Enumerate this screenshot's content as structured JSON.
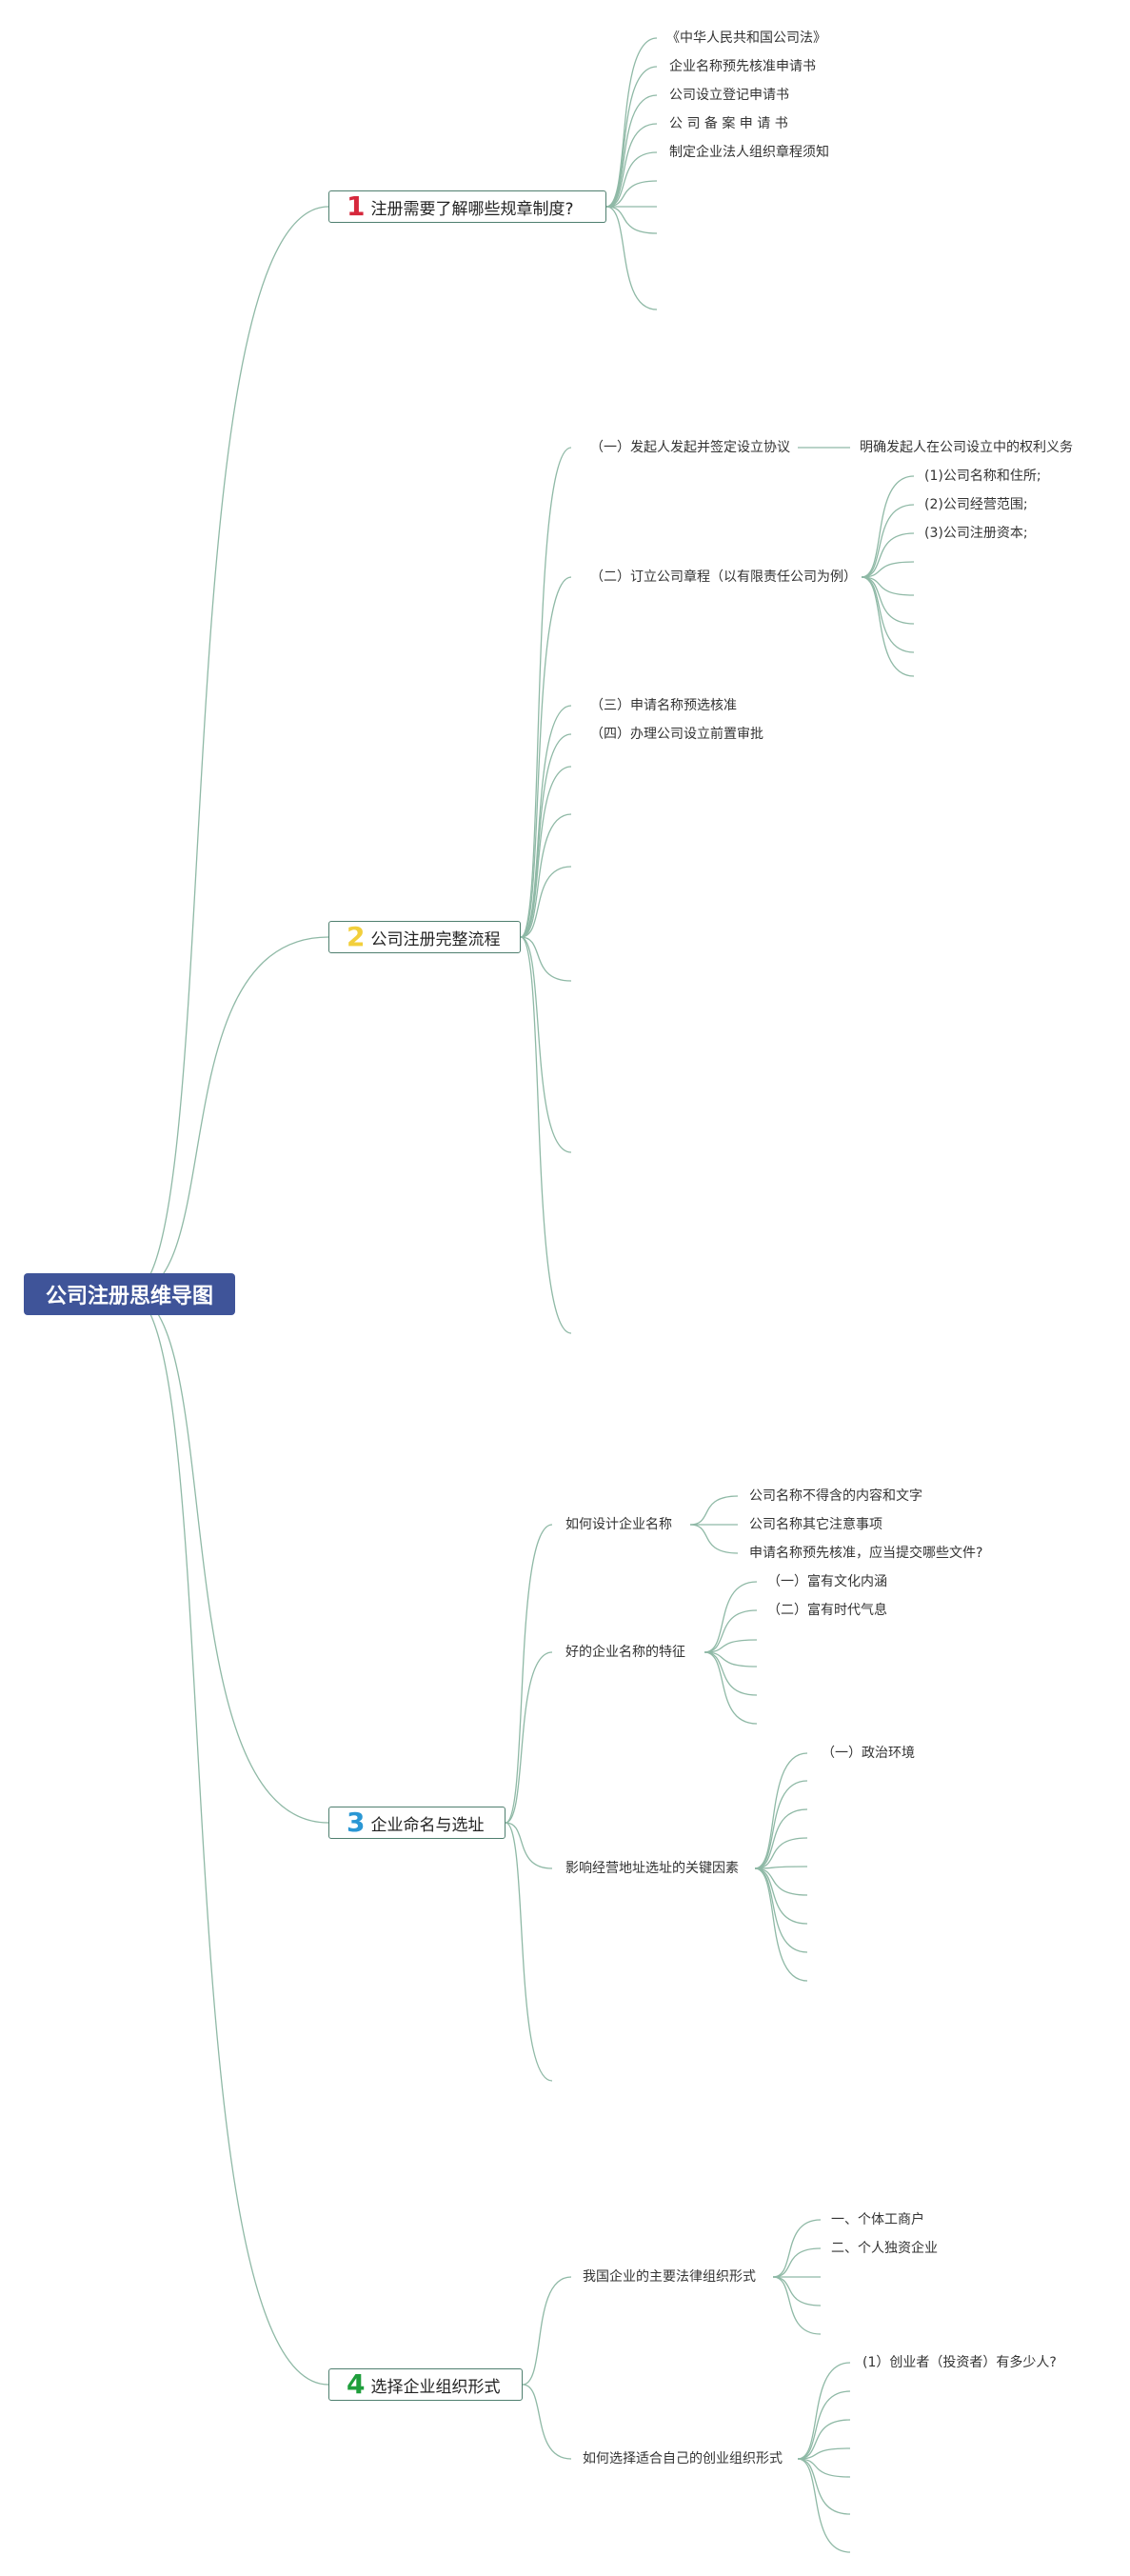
{
  "root": "公司注册思维导图",
  "colors": {
    "b1": "#d6283c",
    "b2": "#f2cf3c",
    "b3": "#2a97d4",
    "b4": "#1f9e3c",
    "root_bg": "#3f5499",
    "line": "#8fb9a6"
  },
  "branches": [
    {
      "num": "1",
      "label": "注册需要了解哪些规章制度?",
      "items": [
        "《中华人民共和国公司法》",
        "企业名称预先核准申请书",
        "公司设立登记申请书",
        "公 司 备 案 申 请 书",
        "制定企业法人组织章程须知"
      ]
    },
    {
      "num": "2",
      "label": "公司注册完整流程",
      "items": [
        "（一）发起人发起并签定设立协议",
        "（二）订立公司章程（以有限责任公司为例）",
        "（三）申请名称预选核准",
        "（四）办理公司设立前置审批"
      ],
      "agreement_child": "明确发起人在公司设立中的权利义务",
      "charter_children": [
        "(1)公司名称和住所;",
        "(2)公司经营范围;",
        "(3)公司注册资本;"
      ]
    },
    {
      "num": "3",
      "label": "企业命名与选址",
      "items": [
        "如何设计企业名称",
        "好的企业名称的特征",
        "影响经营地址选址的关键因素"
      ],
      "design_children": [
        "公司名称不得含的内容和文字",
        "公司名称其它注意事项",
        "申请名称预先核准，应当提交哪些文件?"
      ],
      "feature_children": [
        "（一）富有文化内涵",
        "（二）富有时代气息"
      ],
      "location_children": [
        "（一）政治环境"
      ]
    },
    {
      "num": "4",
      "label": "选择企业组织形式",
      "items": [
        "我国企业的主要法律组织形式",
        "如何选择适合自己的创业组织形式"
      ],
      "forms_children": [
        "一、个体工商户",
        "二、个人独资企业"
      ],
      "choose_children": [
        "(1）创业者（投资者）有多少人?"
      ]
    }
  ]
}
